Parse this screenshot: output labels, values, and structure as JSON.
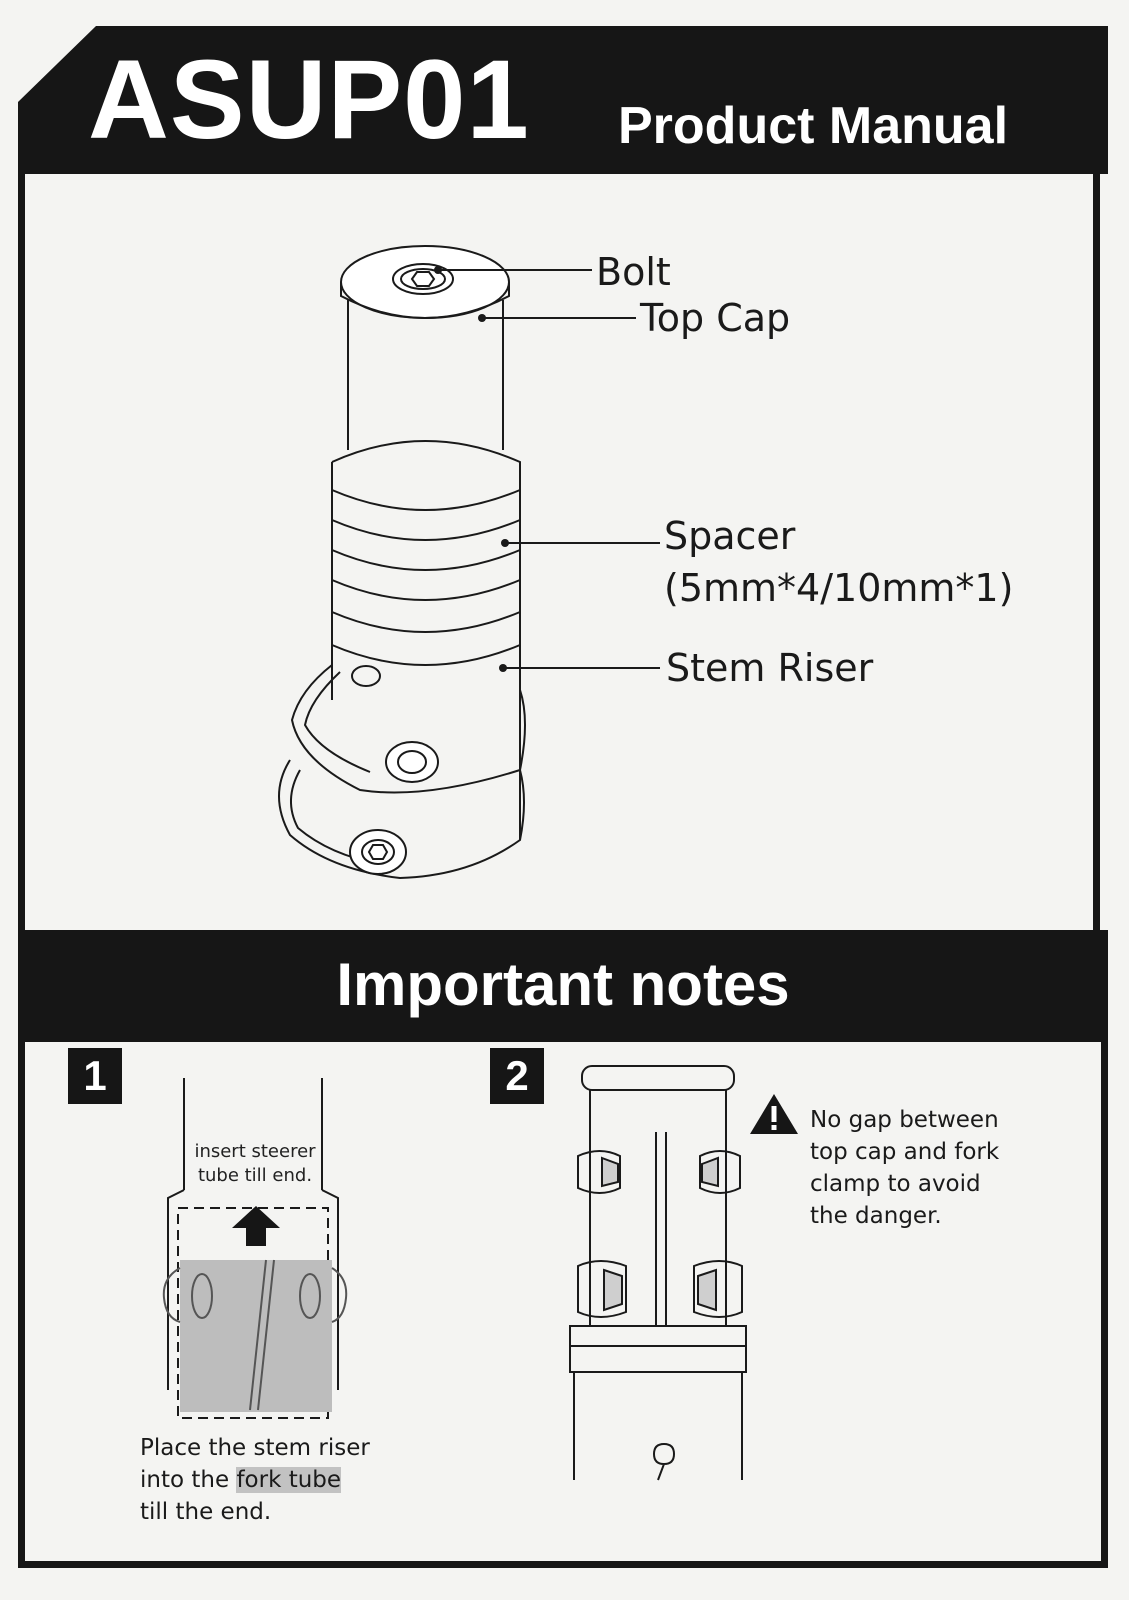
{
  "header": {
    "model": "ASUP01",
    "title": "Product Manual"
  },
  "main_diagram": {
    "callouts": {
      "bolt": "Bolt",
      "top_cap": "Top Cap",
      "spacer": "Spacer",
      "spacer_spec": "(5mm*4/10mm*1)",
      "stem_riser": "Stem Riser"
    }
  },
  "notes": {
    "title": "Important notes",
    "step1": {
      "number": "1",
      "diagram_label": [
        "insert steerer",
        "tube till end."
      ],
      "caption_line1": "Place the stem riser",
      "caption_line2_pre": "into the ",
      "caption_line2_highlight": "fork tube",
      "caption_line3": "till the end."
    },
    "step2": {
      "number": "2",
      "warning_icon": "warning-triangle-icon",
      "warning_lines": [
        "No gap between",
        "top cap and fork",
        "clamp to avoid",
        "the danger."
      ]
    }
  },
  "colors": {
    "band": "#161616",
    "paper": "#f4f4f2",
    "highlight": "#c2c2c2"
  }
}
